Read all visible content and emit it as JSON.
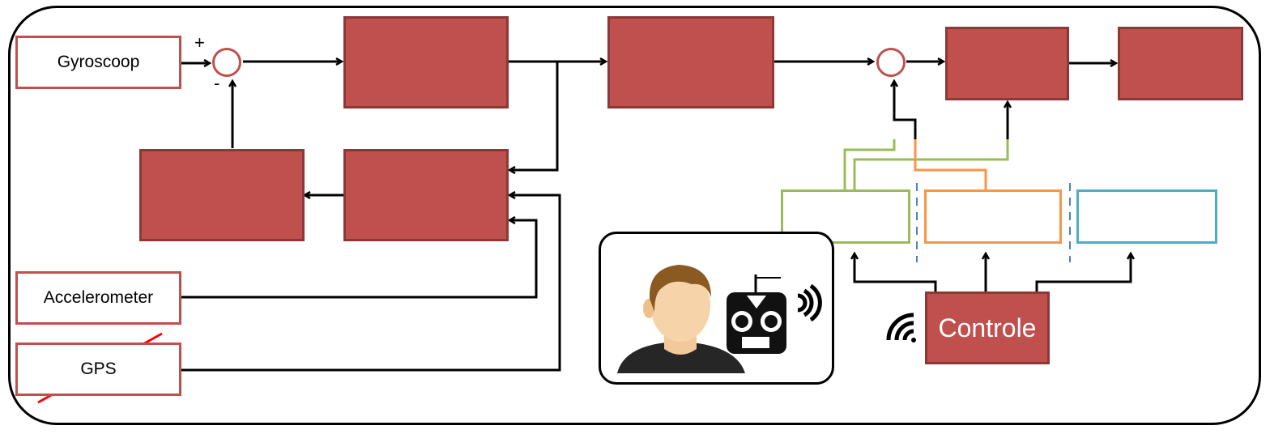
{
  "sensors": {
    "gyro": "Gyroscoop",
    "accel": "Accelerometer",
    "gps": "GPS"
  },
  "signs": {
    "plus": "+",
    "minus": "-"
  },
  "control": {
    "label": "Controle"
  },
  "colors": {
    "block_fill": "#c0504d",
    "block_border": "#8c3836",
    "mode_green": "#9bbb59",
    "mode_orange": "#f79646",
    "mode_blue": "#4bacc6",
    "strike": "#ff0000"
  },
  "icons": [
    "pilot-avatar-icon",
    "rc-transmitter-icon",
    "wireless-signal-icon"
  ]
}
